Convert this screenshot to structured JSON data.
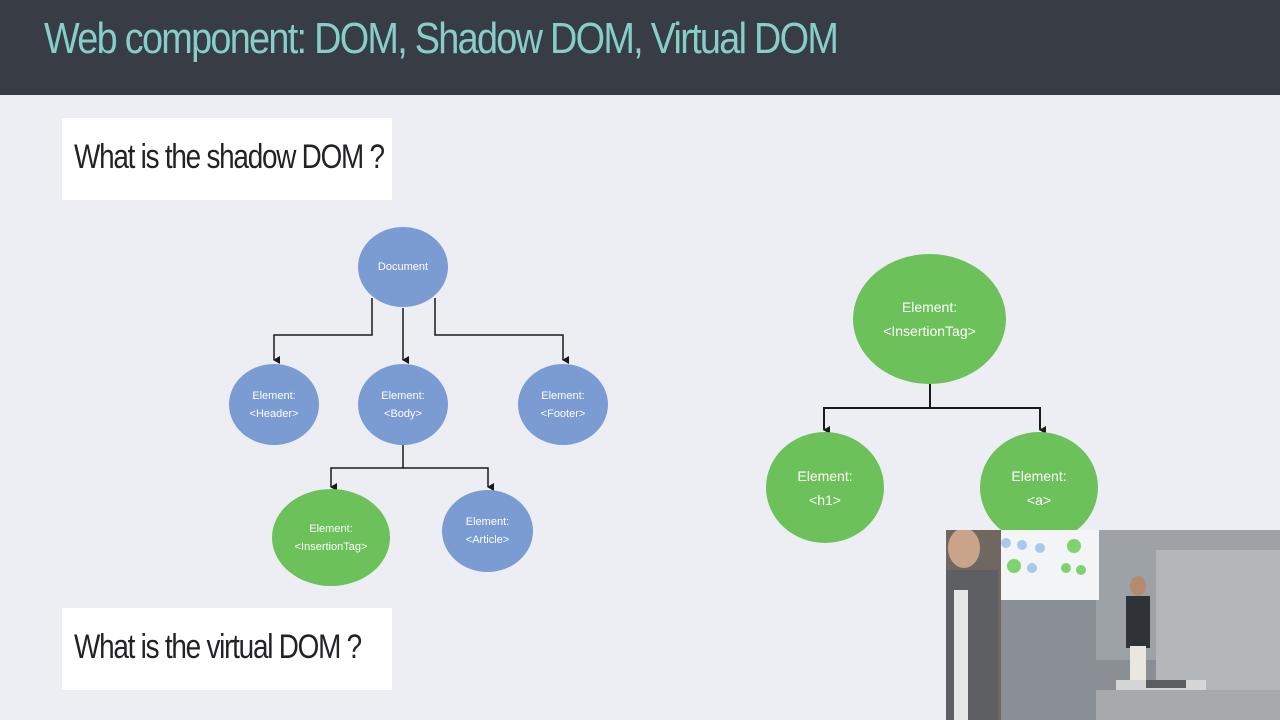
{
  "header": {
    "title": "Web component: DOM, Shadow DOM, Virtual DOM"
  },
  "questions": [
    "What is the shadow DOM ?",
    "What is the virtual DOM ?"
  ],
  "tree_left": {
    "root": {
      "line1": "Document",
      "line2": ""
    },
    "header": {
      "line1": "Element:",
      "line2": "<Header>"
    },
    "body": {
      "line1": "Element:",
      "line2": "<Body>"
    },
    "footer": {
      "line1": "Element:",
      "line2": "<Footer>"
    },
    "insertion": {
      "line1": "Element:",
      "line2": "<InsertionTag>"
    },
    "article": {
      "line1": "Element:",
      "line2": "<Article>"
    }
  },
  "tree_right": {
    "root": {
      "line1": "Element:",
      "line2": "<InsertionTag>"
    },
    "h1": {
      "line1": "Element:",
      "line2": "<h1>"
    },
    "a": {
      "line1": "Element:",
      "line2": "<a>"
    }
  },
  "colors": {
    "header_bg": "#383c45",
    "title": "#86cfc9",
    "node_blue": "#7b9bd3",
    "node_green": "#6cc15a"
  }
}
